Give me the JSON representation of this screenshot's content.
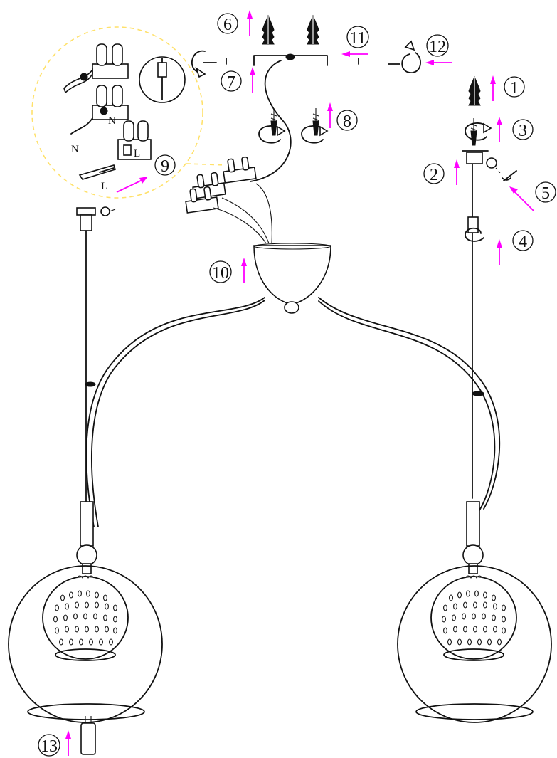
{
  "steps": {
    "s1": "1",
    "s2": "2",
    "s3": "3",
    "s4": "4",
    "s5": "5",
    "s6": "6",
    "s7": "7",
    "s8": "8",
    "s9": "9",
    "s10": "10",
    "s11": "11",
    "s12": "12",
    "s13": "13"
  },
  "wiring": {
    "label_n_1": "N",
    "label_n_2": "N",
    "label_l_1": "L",
    "label_l_2": "L"
  },
  "colors": {
    "arrow": "#ff00ff",
    "callout": "#ffe16b",
    "line": "#111111"
  },
  "icons": [
    "screw-icon",
    "wall-plug-icon",
    "clockwise-rotate-icon",
    "wire-connector-icon",
    "bulb-icon"
  ]
}
